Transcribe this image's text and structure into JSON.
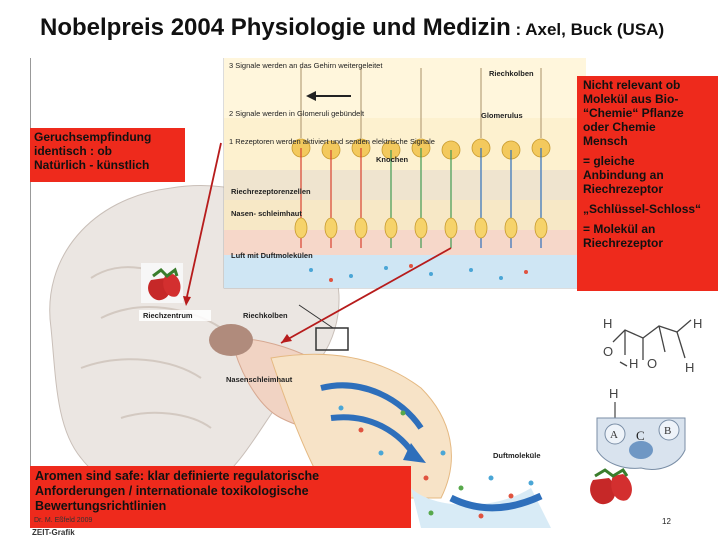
{
  "title": {
    "main": "Nobelpreis 2004 Physiologie und Medizin",
    "sub": " : Axel, Buck (USA)"
  },
  "boxes": {
    "left": "Geruchsempfindung\nidentisch : ob\nNatürlich - künstlich",
    "bottom": "Aromen sind safe: klar definierte regulatorische Anforderungen / internationale toxikologische Bewertungsrichtlinien",
    "right": [
      "Nicht relevant ob\nMolekül aus Bio-\n“Chemie“ Pflanze\noder Chemie\nMensch",
      "= gleiche\nAnbindung an\nRiechrezeptor",
      "„Schlüssel-Schloss“",
      "= Molekül an\nRiechrezeptor"
    ]
  },
  "figure": {
    "steps": {
      "step3": "3 Signale werden an das Gehirn weitergeleitet",
      "step2": "2 Signale werden in Glomeruli gebündelt",
      "step1": "1 Rezeptoren werden aktiviert und senden elektrische Signale"
    },
    "labels": {
      "riechkolben_top": "Riechkolben",
      "glomerulus": "Glomerulus",
      "knochen": "Knochen",
      "riechrezeptorzellen": "Riechrezeptorenzellen",
      "nasenschleimhaut_top": "Nasen-\nschleimhaut",
      "luft": "Luft mit\nDuftmolekülen",
      "riechzentrum": "Riechzentrum",
      "riechkolben_brain": "Riechkolben",
      "nasenschleimhaut_brain": "Nasenschleimhaut",
      "duftmolekuele": "Duftmoleküle"
    },
    "credit": "Dr. M. Eßfeld 2009",
    "source": "ZEIT-Grafik"
  },
  "molecule": {
    "atoms": [
      "H",
      "O",
      "H",
      "H",
      "H",
      "O",
      "H"
    ],
    "receptor_letters": [
      "A",
      "B",
      "C"
    ]
  },
  "page_number": "12",
  "colors": {
    "accent_red": "#ee2a1c",
    "inset_blue": "#cfe6f4",
    "receptor_yellow": "#f6d36b",
    "signal_red": "#d8412f",
    "signal_green": "#3f9a52"
  }
}
